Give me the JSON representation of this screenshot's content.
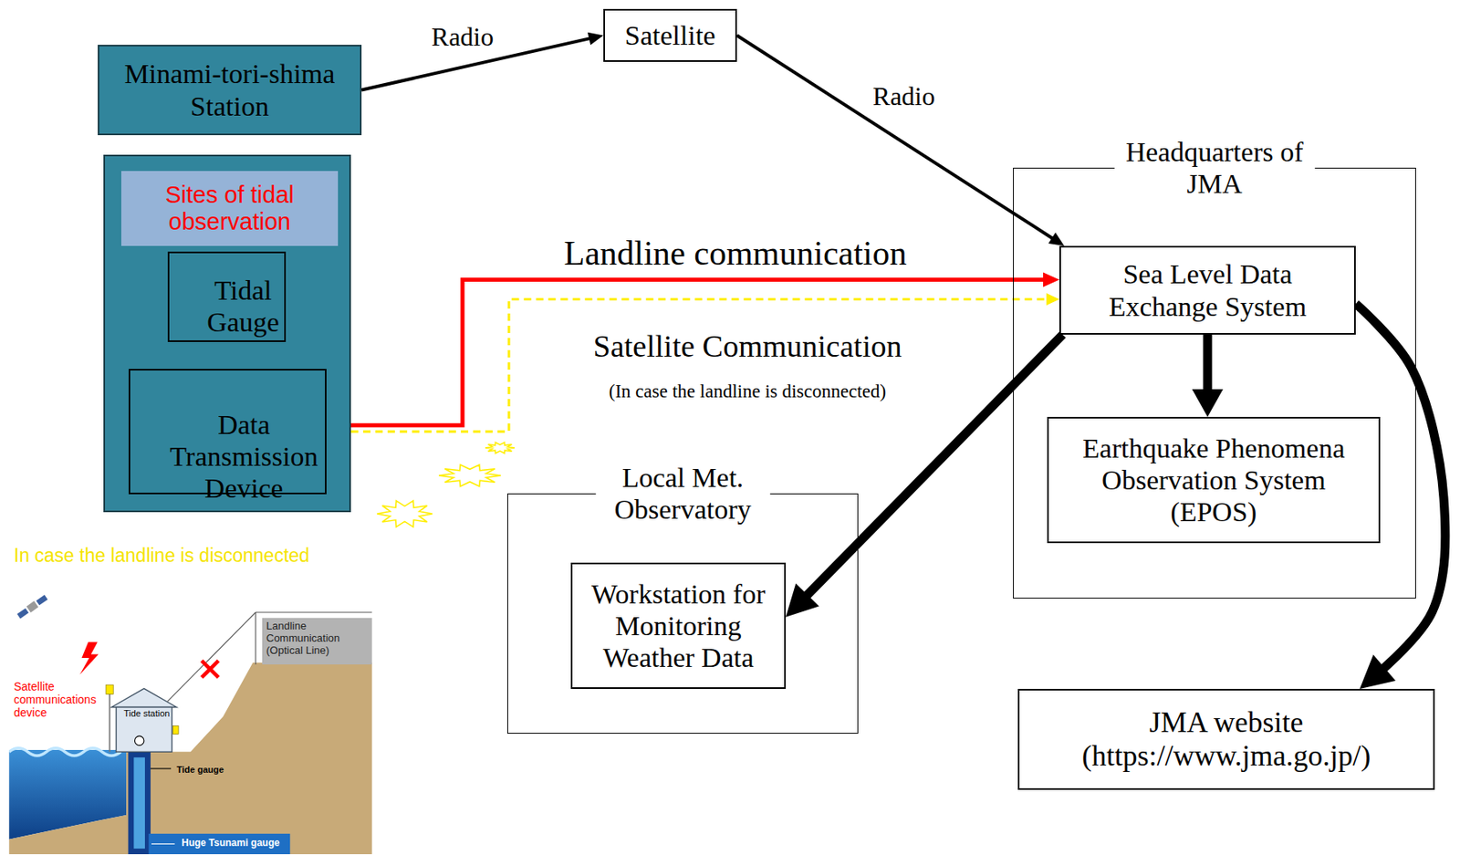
{
  "diagram": {
    "nodes": [
      {
        "text": [
          "Minami-tori-shima Station"
        ]
      },
      {
        "text": [
          "Satellite"
        ]
      },
      {
        "text": [
          "Sites of tidal observation"
        ]
      },
      {
        "text": [
          "Tidal Gauge"
        ],
        "in": 2
      },
      {
        "text": [
          "Data Transmission Device"
        ],
        "in": 2
      },
      {
        "text": [
          "Headquarters of JMA"
        ]
      },
      {
        "text": [
          "Sea Level Data Exchange System"
        ],
        "in": 5
      },
      {
        "text": [
          "Earthquake Phenomena Observation System (EPOS)"
        ],
        "in": 5
      },
      {
        "text": [
          "Local Met. Observatory"
        ]
      },
      {
        "text": [
          "Workstation for Monitoring Weather Data"
        ],
        "in": 8
      },
      {
        "text": [
          "JMA website (https://www.jma.go.jp/)"
        ]
      }
    ],
    "edges": [
      {
        "from": 0,
        "to": 1,
        "arrow": "to",
        "label": "Radio"
      },
      {
        "from": 1,
        "to": 6,
        "arrow": "to",
        "label": "Radio"
      },
      {
        "from": 3,
        "to": 4,
        "arrow": "to"
      },
      {
        "from": 4,
        "to": 6,
        "arrow": "to",
        "label": "Landline communication"
      },
      {
        "from": 4,
        "to": 6,
        "arrow": "to",
        "label": "Satellite Communication"
      },
      {
        "from": 6,
        "to": 7,
        "arrow": "to"
      },
      {
        "from": 6,
        "to": 9,
        "arrow": "to"
      },
      {
        "from": 6,
        "to": 10,
        "arrow": "to"
      }
    ],
    "labels": [
      "(In case the landline is disconnected)",
      "In case the landline is disconnected",
      "Landline Communication (Optical Line)",
      "Satellite communications device",
      "Tide station",
      "Tide gauge",
      "Huge Tsunami gauge"
    ]
  }
}
